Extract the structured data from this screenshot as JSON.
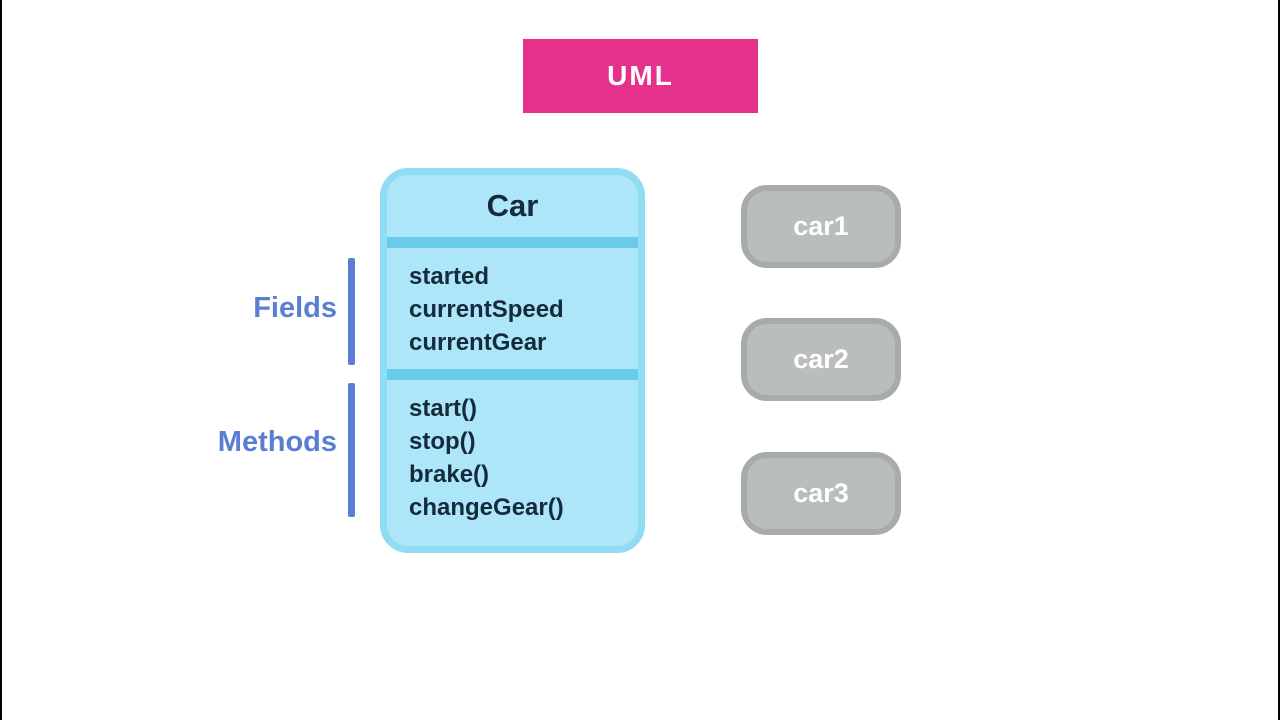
{
  "colors": {
    "accent_pink": "#E5318C",
    "class_fill": "#ACE6F8",
    "class_border": "#8FDCF4",
    "class_divider": "#69CBEC",
    "class_text": "#152A3B",
    "annotation_blue": "#5A7FD2",
    "instance_fill": "#B9BDBC",
    "instance_border": "#A7ACAB",
    "edge_black": "#000000"
  },
  "header": {
    "label": "UML"
  },
  "class_box": {
    "title": "Car",
    "fields": [
      "started",
      "currentSpeed",
      "currentGear"
    ],
    "methods": [
      "start()",
      "stop()",
      "brake()",
      "changeGear()"
    ]
  },
  "annotations": {
    "fields_label": "Fields",
    "methods_label": "Methods"
  },
  "instances": {
    "items": [
      "car1",
      "car2",
      "car3"
    ]
  }
}
